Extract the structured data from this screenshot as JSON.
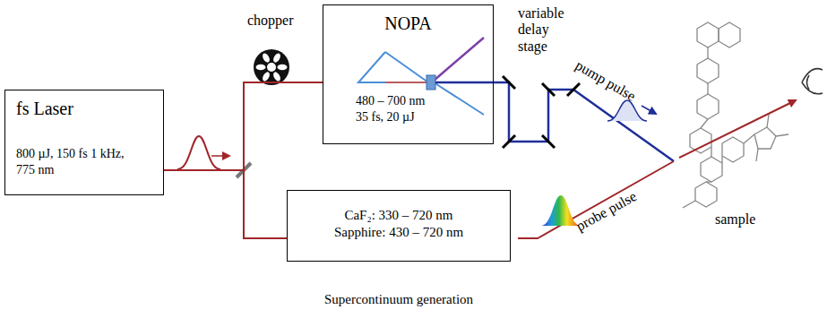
{
  "diagram": {
    "nodes": [
      {
        "text": [
          "fs Laser",
          "800 µJ, 150 fs 1 kHz, 775 nm"
        ]
      },
      {
        "text": [
          "NOPA",
          "480 – 700 nm 35 fs, 20 µJ"
        ]
      },
      {
        "text": [
          "CaF₂: 330 – 720 nm Sapphire: 430 – 720 nm",
          "Supercontinuum generation"
        ]
      }
    ],
    "edges": [
      {
        "from": 0,
        "to": 1,
        "arrow": "none"
      },
      {
        "from": 0,
        "to": 2,
        "arrow": "none"
      }
    ],
    "labels": [
      "chopper",
      "variable delay stage",
      "pump pulse",
      "probe pulse",
      "sample"
    ]
  }
}
